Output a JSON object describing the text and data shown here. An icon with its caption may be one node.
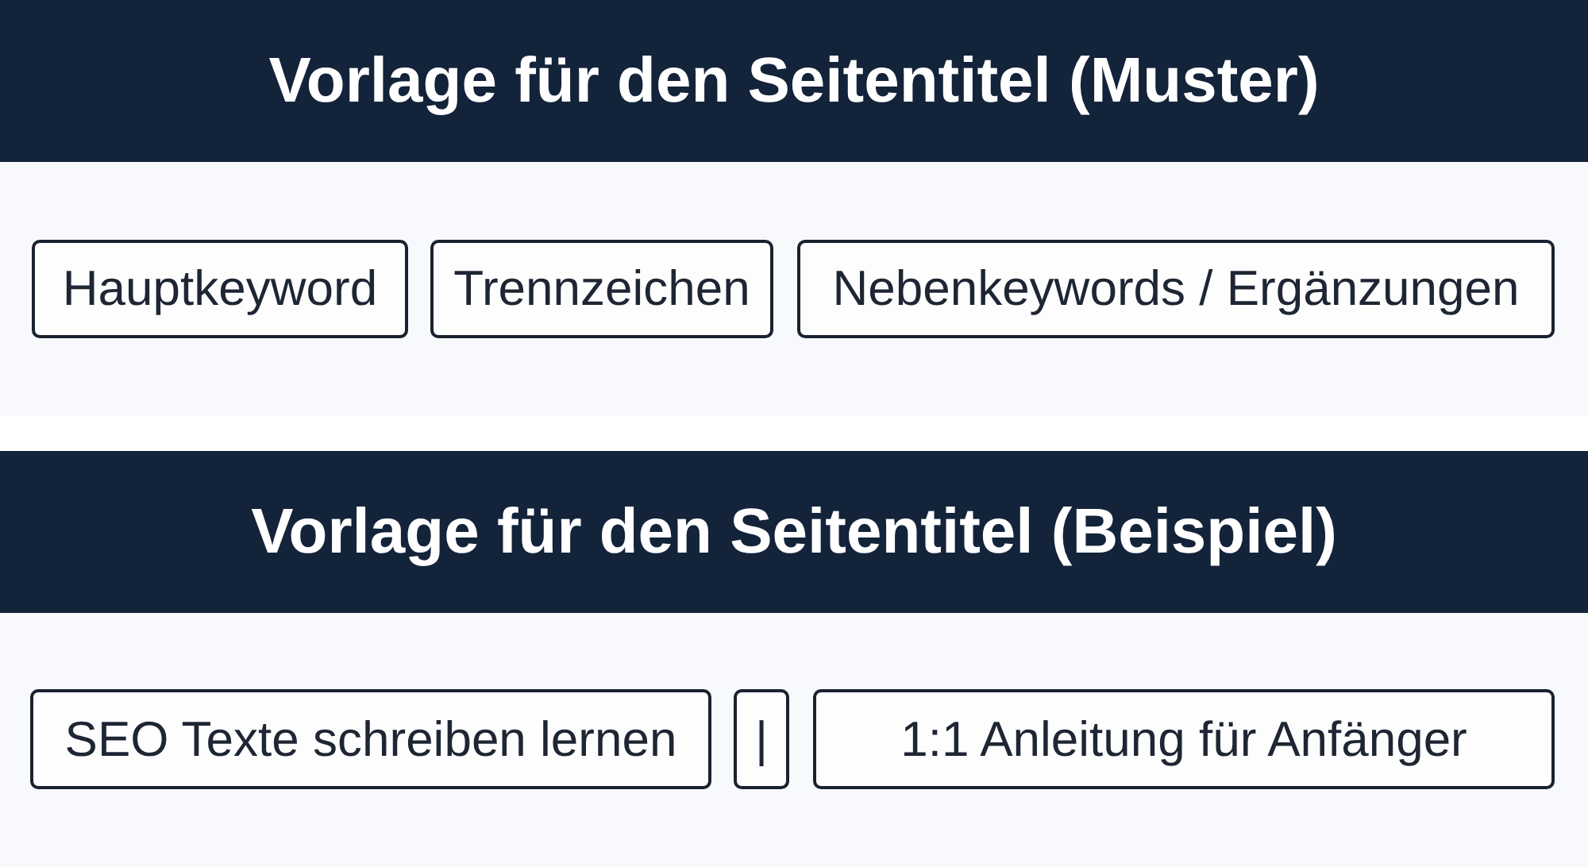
{
  "diagram": {
    "nodes": [
      {
        "text": [
          "Vorlage für den Seitentitel (Muster)"
        ]
      },
      {
        "text": [
          "Hauptkeyword"
        ],
        "in": 0
      },
      {
        "text": [
          "Trennzeichen"
        ],
        "in": 0
      },
      {
        "text": [
          "Nebenkeywords / Ergänzungen"
        ],
        "in": 0
      },
      {
        "text": [
          "Vorlage für den Seitentitel (Beispiel)"
        ]
      },
      {
        "text": [
          "SEO Texte schreiben lernen"
        ],
        "in": 4
      },
      {
        "text": [
          "|"
        ],
        "in": 4
      },
      {
        "text": [
          "1:1 Anleitung für Anfänger"
        ],
        "in": 4
      }
    ]
  }
}
